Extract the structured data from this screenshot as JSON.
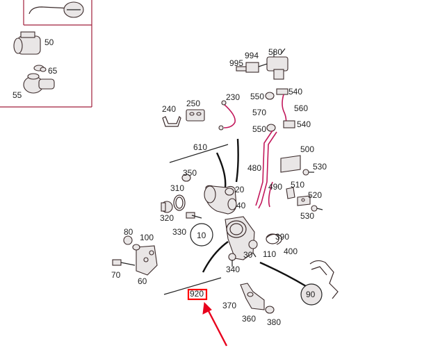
{
  "colors": {
    "inset_frame": "#a11d3a",
    "highlight_box": "#ff0000",
    "arrow": "#e8001c",
    "part_line": "#c2185b"
  },
  "inset": {
    "labels": [
      "50",
      "65",
      "55"
    ]
  },
  "labels": {
    "l994": "994",
    "l580": "580",
    "l995": "995",
    "l230": "230",
    "l550a": "550",
    "l540a": "540",
    "l240": "240",
    "l250": "250",
    "l570": "570",
    "l560": "560",
    "l550b": "550",
    "l540b": "540",
    "l610": "610",
    "l500": "500",
    "l480": "480",
    "l530a": "530",
    "l350": "350",
    "l20": "20",
    "l490": "490",
    "l510": "510",
    "l310": "310",
    "l520": "520",
    "l40": "40",
    "l530b": "530",
    "l320": "320",
    "l330": "330",
    "l10": "10",
    "l80": "80",
    "l100": "100",
    "l390": "390",
    "l400": "400",
    "l30": "30",
    "l110": "110",
    "l70": "70",
    "l60": "60",
    "l340": "340",
    "l90": "90",
    "l920": "920",
    "l370": "370",
    "l360": "360",
    "l380": "380"
  }
}
